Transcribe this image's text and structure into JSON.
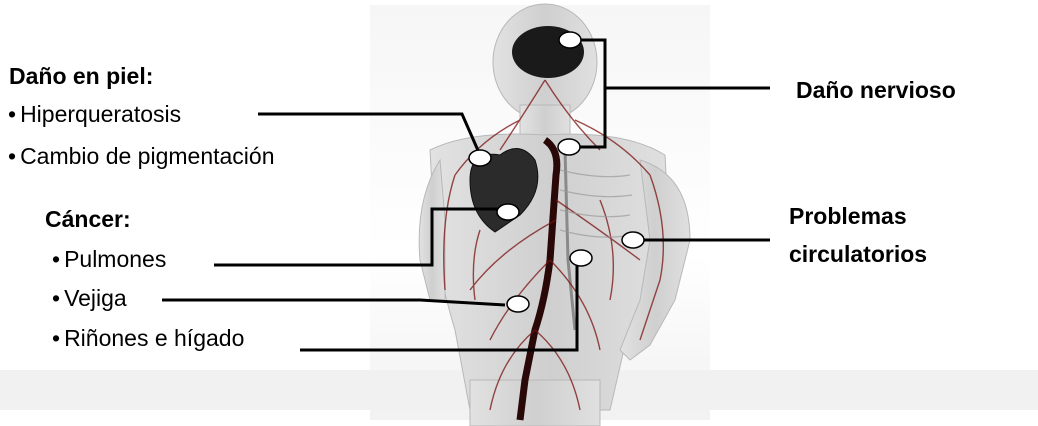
{
  "skin": {
    "heading": "Daño en piel:",
    "items": [
      "Hiperqueratosis",
      "Cambio de pigmentación"
    ]
  },
  "cancer": {
    "heading": "Cáncer:",
    "items": [
      "Pulmones",
      "Vejiga",
      "Riñones e hígado"
    ]
  },
  "nervous": {
    "label": "Daño nervioso"
  },
  "circulatory": {
    "line1": "Problemas",
    "line2": "circulatorios"
  },
  "colors": {
    "vessel_red": "#7a1010",
    "artery_dark": "#3a0a0a",
    "body_gray": "#d9d9d9"
  }
}
